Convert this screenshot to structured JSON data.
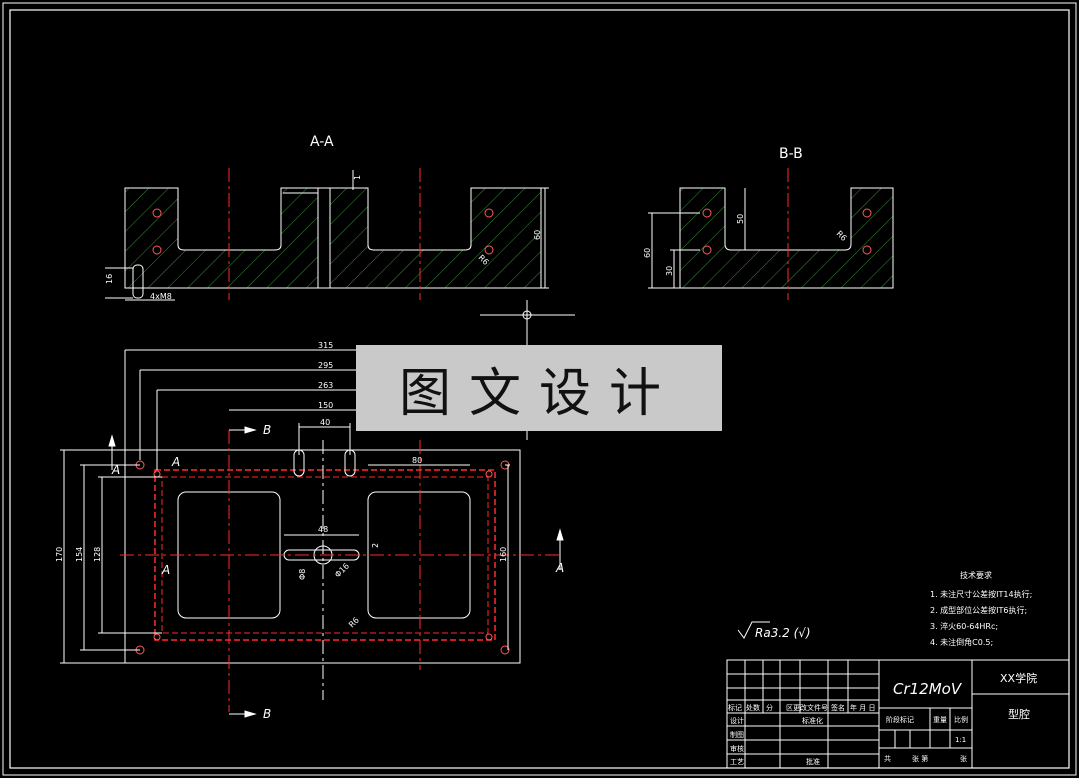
{
  "views": {
    "section_aa": "A-A",
    "section_bb": "B-B"
  },
  "dims": {
    "d315": "315",
    "d295": "295",
    "d263": "263",
    "d150": "150",
    "d40": "40",
    "d80": "80",
    "d48": "48",
    "d2": "2",
    "dphi8": "Φ8",
    "dphi16": "Φ16",
    "d170": "170",
    "d154": "154",
    "d128": "128",
    "d160": "160",
    "r10": "R6",
    "aa_h60": "60",
    "aa_16": "16",
    "aa_hole": "4xM8",
    "aa_1": "1",
    "aa_r": "R6",
    "bb_60": "60",
    "bb_30": "30",
    "bb_50": "50",
    "bb_r": "R6"
  },
  "markers": {
    "A": "A",
    "B": "B"
  },
  "roughness": "Ra3.2 (√)",
  "tech_req": {
    "title": "技术要求",
    "items": [
      "1. 未注尺寸公差按IT14执行;",
      "2. 成型部位公差按IT6执行;",
      "3. 淬火60-64HRc;",
      "4. 未注倒角C0.5;"
    ]
  },
  "title_block": {
    "material": "Cr12MoV",
    "school": "XX学院",
    "part_name": "型腔",
    "scale": "1:1",
    "headers": [
      "标记",
      "处数",
      "分",
      "区",
      "更改文件号",
      "签名",
      "年 月 日"
    ],
    "roles": [
      "设计",
      "制图",
      "审核",
      "工艺"
    ],
    "standardize": "标准化",
    "approve": "批准",
    "stage_mark": "阶段标记",
    "weight": "重量",
    "scale_label": "比例",
    "sheets_total": "共",
    "sheets_label": "张 第",
    "sheet_unit": "张"
  },
  "watermark": "图文设计",
  "colors": {
    "background": "#000000",
    "line": "#ffffff",
    "hatch": "#3a8a3a",
    "center": "#ff2a2a",
    "watermark_bg": "#c9c9c9"
  }
}
